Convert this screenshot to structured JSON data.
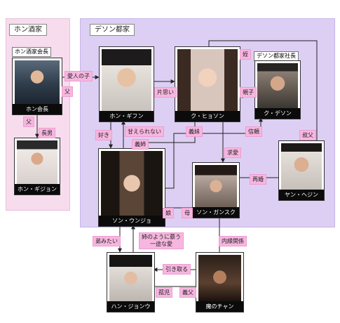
{
  "groups": {
    "hong": "ホン酒家",
    "deson": "デソン都家"
  },
  "titles": {
    "hong_president": "ホン酒家会長",
    "deson_president": "デソン都家社長"
  },
  "people": {
    "hong_chairman": "ホン会長",
    "hong_gijun": "ホン・ギジョン",
    "hong_giphun": "ホン・ギフン",
    "ku_hyoson": "ク・ヒョソン",
    "ku_deson": "ク・デソン",
    "son_unjo": "ソン・ウンジョ",
    "son_gansuk": "ソン・ガンスク",
    "yan_hejin": "ヤン・ヘジン",
    "han_jonu": "ハン・ジョンウ",
    "chan": "魔のチャン"
  },
  "relations": {
    "aijin_no_ko": "愛人の子",
    "chichi_a": "父",
    "chichi_b": "父",
    "chonan": "長男",
    "kataomoi": "片思い",
    "mei": "姪",
    "oyako": "親子",
    "suki": "好き",
    "amaerarenai": "甘えられない",
    "gishi": "義姉",
    "gimai": "義妹",
    "shinrai": "信頼",
    "oji": "叔父",
    "kyuai": "求愛",
    "saikon": "再婚",
    "musume": "娘",
    "haha": "母",
    "naien": "内縁関係",
    "ototomitai": "弟みたい",
    "ane_no_you": "姉のように慕う\n一途な愛",
    "hikitoru": "引き取る",
    "koji": "孤児",
    "gifu": "義父"
  }
}
